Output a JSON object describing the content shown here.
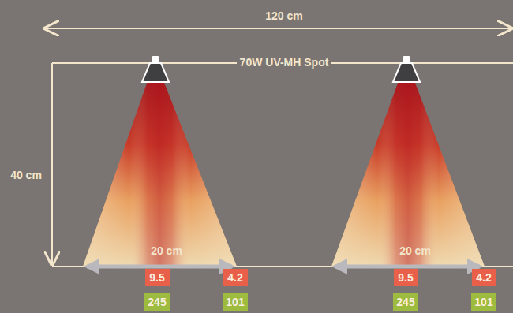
{
  "diagram": {
    "nodes": [
      {
        "text": [
          "9.5"
        ]
      },
      {
        "text": [
          "4.2"
        ]
      },
      {
        "text": [
          "245"
        ]
      },
      {
        "text": [
          "101"
        ]
      },
      {
        "text": [
          "9.5"
        ]
      },
      {
        "text": [
          "4.2"
        ]
      },
      {
        "text": [
          "245"
        ]
      },
      {
        "text": [
          "101"
        ]
      }
    ],
    "labels": [
      "120 cm",
      "70W UV-MH Spot",
      "40 cm",
      "20 cm",
      "20 cm"
    ]
  }
}
